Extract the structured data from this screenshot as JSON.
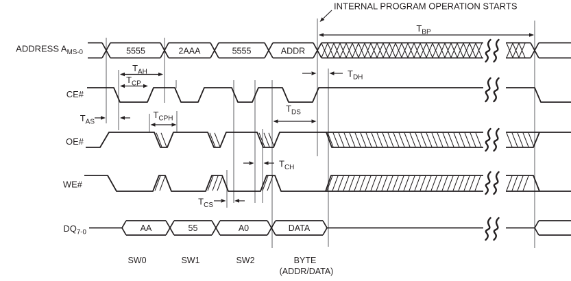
{
  "figure": {
    "annotation": "INTERNAL PROGRAM OPERATION STARTS"
  },
  "signals": {
    "address": {
      "label_main": "ADDRESS A",
      "label_sub": "MS-0",
      "cells": [
        "5555",
        "2AAA",
        "5555",
        "ADDR"
      ]
    },
    "ce": {
      "label": "CE#"
    },
    "oe": {
      "label": "OE#"
    },
    "we": {
      "label": "WE#"
    },
    "dq": {
      "label_main": "DQ",
      "label_sub": "7-0",
      "cells": [
        "AA",
        "55",
        "A0",
        "DATA"
      ]
    }
  },
  "timing": {
    "tbp": {
      "main": "T",
      "sub": "BP"
    },
    "tah": {
      "main": "T",
      "sub": "AH"
    },
    "tcp": {
      "main": "T",
      "sub": "CP"
    },
    "tas": {
      "main": "T",
      "sub": "AS"
    },
    "tcph": {
      "main": "T",
      "sub": "CPH"
    },
    "tds": {
      "main": "T",
      "sub": "DS"
    },
    "tdh": {
      "main": "T",
      "sub": "DH"
    },
    "tch": {
      "main": "T",
      "sub": "CH"
    },
    "tcs": {
      "main": "T",
      "sub": "CS"
    }
  },
  "phases": {
    "sw0": "SW0",
    "sw1": "SW1",
    "sw2": "SW2",
    "byte": "BYTE",
    "byte_sub": "(ADDR/DATA)"
  },
  "colors": {
    "ink": "#231f20",
    "guide": "#77787b",
    "background": "#ffffff"
  }
}
